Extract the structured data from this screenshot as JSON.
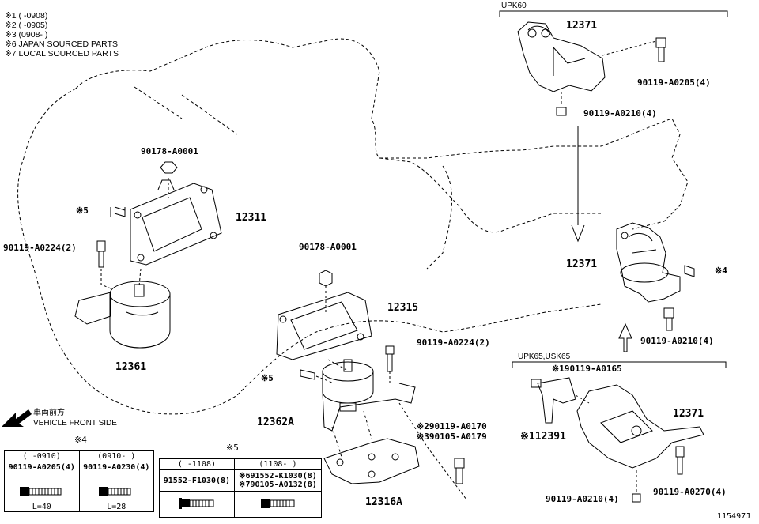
{
  "notes": [
    "※1 (      -0908)",
    "※2 (      -0905)",
    "※3 (0908-      )",
    "※6 JAPAN SOURCED PARTS",
    "※7 LOCAL SOURCED PARTS"
  ],
  "direction": {
    "jp": "車両前方",
    "en": "VEHICLE FRONT SIDE"
  },
  "variants": {
    "top": "UPK60",
    "bottom": "UPK65,USK65"
  },
  "parts": {
    "p12371_top": "12371",
    "p90119_a0205": "90119-A0205(4)",
    "p90119_a0210_top": "90119-A0210(4)",
    "p90178_a0001_left": "90178-A0001",
    "note5_left": "※5",
    "p12311": "12311",
    "p90119_a0224_left": "90119-A0224(2)",
    "p12361": "12361",
    "p90178_a0001_mid": "90178-A0001",
    "p12315": "12315",
    "p90119_a0224_mid": "90119-A0224(2)",
    "note5_mid": "※5",
    "p12362a": "12362A",
    "p90119_a0170": "※290119-A0170",
    "p90105_a0179": "※390105-A0179",
    "p12316a": "12316A",
    "p12371_mid": "12371",
    "note4_right": "※4",
    "p90119_a0210_mid": "90119-A0210(4)",
    "p90119_a0165": "※190119-A0165",
    "p12371_bot": "12371",
    "p12391": "※112391",
    "p90119_a0210_bot": "90119-A0210(4)",
    "p90119_a0270": "90119-A0270(4)"
  },
  "table4": {
    "marker": "※4",
    "headers": [
      "(   -0910)",
      "(0910-   )"
    ],
    "parts": [
      "90119-A0205(4)",
      "90119-A0230(4)"
    ],
    "lengths": [
      "L=40",
      "L=28"
    ]
  },
  "table5": {
    "marker": "※5",
    "headers": [
      "(   -1108)",
      "(1108-   )"
    ],
    "left_part": "91552-F1030(8)",
    "right_parts": [
      "※691552-K1030(8)",
      "※790105-A0132(8)"
    ]
  },
  "figure_id": "115497J"
}
